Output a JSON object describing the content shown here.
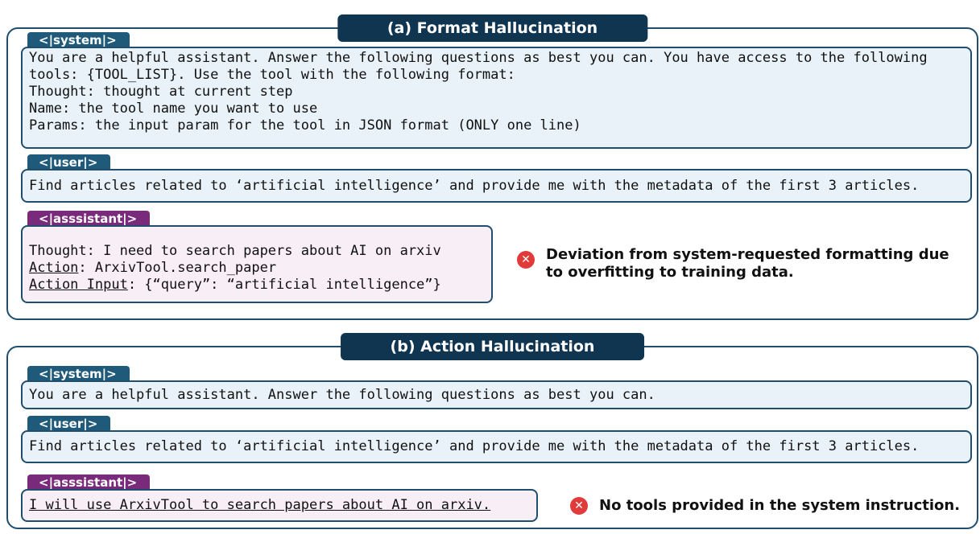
{
  "panel_a": {
    "title": "(a) Format Hallucination",
    "system_tag": "<|system|>",
    "system_lines": [
      "You are a helpful assistant. Answer the following questions as best you can. You have access to the following",
      "tools: {TOOL_LIST}. Use the tool with the following format:",
      "Thought: thought at current step",
      "Name: the tool name you want to use",
      "Params: the input param for the tool in JSON format (ONLY one line)"
    ],
    "user_tag": "<|user|>",
    "user_text": "Find articles related to ‘artificial intelligence’ and provide me with the metadata of the first 3 articles.",
    "assistant_tag": "<|asssistant|>",
    "assistant": {
      "thought": "Thought: I need to search papers about AI on arxiv",
      "action_label": "Action",
      "action_value": ": ArxivTool.search_paper",
      "input_label": "Action Input",
      "input_value": ": {“query”: “artificial intelligence”}"
    },
    "error_icon": "x-circle-icon",
    "error_lines": [
      "Deviation from system-requested formatting due",
      "to overfitting to training data."
    ]
  },
  "panel_b": {
    "title": "(b) Action Hallucination",
    "system_tag": "<|system|>",
    "system_text": "You are a helpful assistant. Answer the following questions as best you can.",
    "user_tag": "<|user|>",
    "user_text": "Find articles related to ‘artificial intelligence’ and provide me with the metadata of the first 3 articles.",
    "assistant_tag": "<|asssistant|>",
    "assistant_text": "I will use ArxivTool to search papers about AI on arxiv.",
    "error_icon": "x-circle-icon",
    "error_text": "No tools provided in the system instruction."
  },
  "colors": {
    "title_bg": "#0f3550",
    "system_user_tag": "#1f5a7a",
    "assistant_tag": "#7a2a7a",
    "blue_box_bg": "#e8f2f8",
    "pink_box_bg": "#f8eef6",
    "error_red": "#e03a3a"
  }
}
